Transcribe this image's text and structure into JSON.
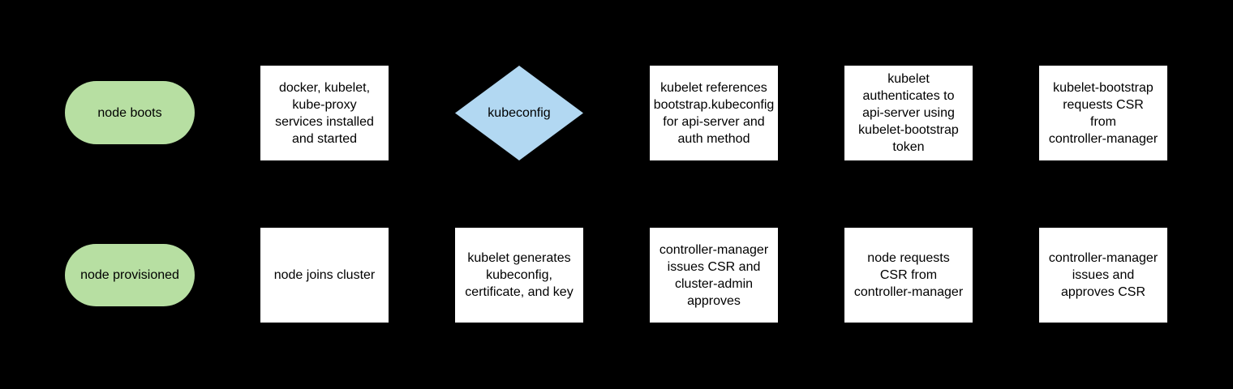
{
  "colors": {
    "background": "#000000",
    "terminator_fill": "#b7dfa2",
    "decision_fill": "#b2d8f2",
    "process_fill": "#ffffff",
    "text": "#000000"
  },
  "diagram": {
    "nodes": [
      {
        "id": "node-boots",
        "shape": "pill",
        "fill": "terminator_fill",
        "lines": [
          "node boots"
        ]
      },
      {
        "id": "services-installed",
        "shape": "rect",
        "fill": "process_fill",
        "lines": [
          "docker, kubelet,",
          "kube-proxy",
          "services installed",
          "and started"
        ]
      },
      {
        "id": "kubeconfig-decision",
        "shape": "diamond",
        "fill": "decision_fill",
        "lines": [
          "kubeconfig"
        ]
      },
      {
        "id": "kubelet-references",
        "shape": "rect",
        "fill": "process_fill",
        "lines": [
          "kubelet references",
          "bootstrap.kubeconfig",
          "for api-server and",
          "auth method"
        ]
      },
      {
        "id": "kubelet-authenticates",
        "shape": "rect",
        "fill": "process_fill",
        "lines": [
          "kubelet",
          "authenticates to",
          "api-server using",
          "kubelet-bootstrap",
          "token"
        ]
      },
      {
        "id": "bootstrap-requests-csr",
        "shape": "rect",
        "fill": "process_fill",
        "lines": [
          "kubelet-bootstrap",
          "requests CSR",
          "from",
          "controller-manager"
        ]
      },
      {
        "id": "node-provisioned",
        "shape": "pill",
        "fill": "terminator_fill",
        "lines": [
          "node provisioned"
        ]
      },
      {
        "id": "node-joins-cluster",
        "shape": "rect",
        "fill": "process_fill",
        "lines": [
          "node joins cluster"
        ]
      },
      {
        "id": "kubelet-generates",
        "shape": "rect",
        "fill": "process_fill",
        "lines": [
          "kubelet generates",
          "kubeconfig,",
          "certificate, and key"
        ]
      },
      {
        "id": "cm-issues-admin-approves",
        "shape": "rect",
        "fill": "process_fill",
        "lines": [
          "controller-manager",
          "issues CSR and",
          "cluster-admin",
          "approves"
        ]
      },
      {
        "id": "node-requests-csr",
        "shape": "rect",
        "fill": "process_fill",
        "lines": [
          "node requests",
          "CSR from",
          "controller-manager"
        ]
      },
      {
        "id": "cm-issues-and-approves-csr",
        "shape": "rect",
        "fill": "process_fill",
        "lines": [
          "controller-manager",
          "issues and",
          "approves CSR"
        ]
      }
    ]
  }
}
